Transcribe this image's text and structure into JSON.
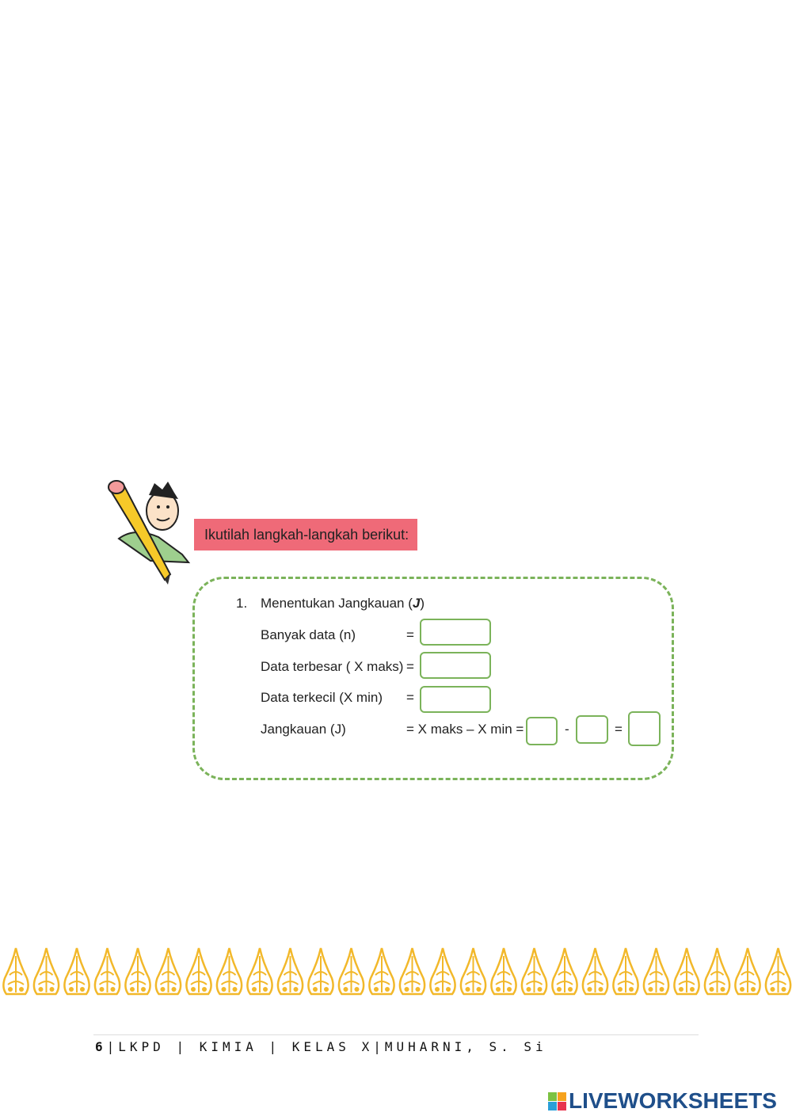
{
  "banner": {
    "text": "Ikutilah langkah-langkah berikut:"
  },
  "section": {
    "number": "1.",
    "title_prefix": "Menentukan Jangkauan (",
    "title_symbol": "J",
    "title_suffix": ")",
    "rows": [
      {
        "label": "Banyak data (n)",
        "eq": "="
      },
      {
        "label": "Data terbesar ( X maks)",
        "eq": "="
      },
      {
        "label": "Data terkecil (X min)",
        "eq": "="
      }
    ],
    "range_row": {
      "label": "Jangkauan (J)",
      "formula": "= X maks – X min =",
      "minus": "-",
      "equals": "="
    }
  },
  "footer": {
    "page_number": "6",
    "text": "|LKPD | KIMIA | KELAS X|MUHARNI, S. Si"
  },
  "branding": {
    "logo_text": "LIVEWORKSHEETS",
    "logo_letters": [
      "L",
      "I",
      "V",
      "E"
    ]
  },
  "colors": {
    "banner": "#ef6a78",
    "box_border": "#7bb35a",
    "ornament": "#f2b82a",
    "logo": "#1f4f8a"
  }
}
